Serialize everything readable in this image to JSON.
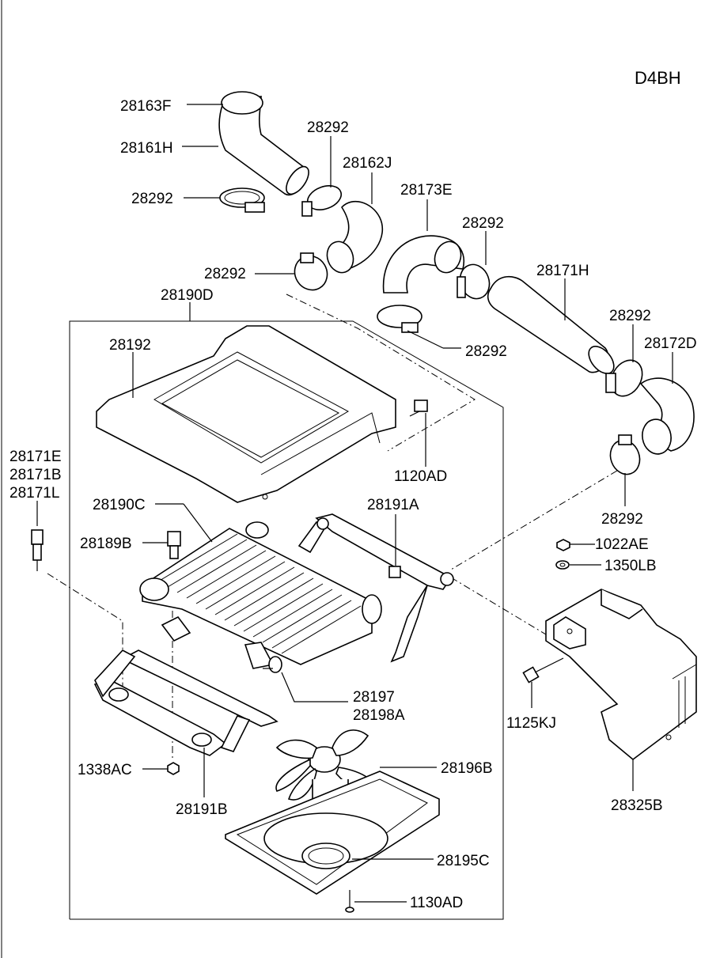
{
  "diagram": {
    "engine_code": "D4BH",
    "labels": {
      "hose_28163F": "28163F",
      "hose_28161H": "28161H",
      "clamp_a": "28292",
      "clamp_b": "28292",
      "hose_28162J": "28162J",
      "hose_28173E": "28173E",
      "clamp_c": "28292",
      "clamp_d": "28292",
      "hose_28171H": "28171H",
      "clamp_e": "28292",
      "clamp_f": "28292",
      "hose_28172D": "28172D",
      "clamp_g": "28292",
      "assy_28190D": "28190D",
      "cover_28192": "28192",
      "bolt_1120AD": "1120AD",
      "bolt_28171E": "28171E",
      "bolt_28171B": "28171B",
      "bolt_28171L": "28171L",
      "cooler_28190C": "28190C",
      "bracket_28191A": "28191A",
      "nut_1022AE": "1022AE",
      "washer_1350LB": "1350LB",
      "bolt_28189B": "28189B",
      "sensor_28197": "28197",
      "sensor_28198A": "28198A",
      "bolt_1125KJ": "1125KJ",
      "nut_1338AC": "1338AC",
      "fan_28196B": "28196B",
      "bracket_28191B": "28191B",
      "shroud_28195C": "28195C",
      "screw_1130AD": "1130AD",
      "duct_28325B": "28325B"
    }
  }
}
